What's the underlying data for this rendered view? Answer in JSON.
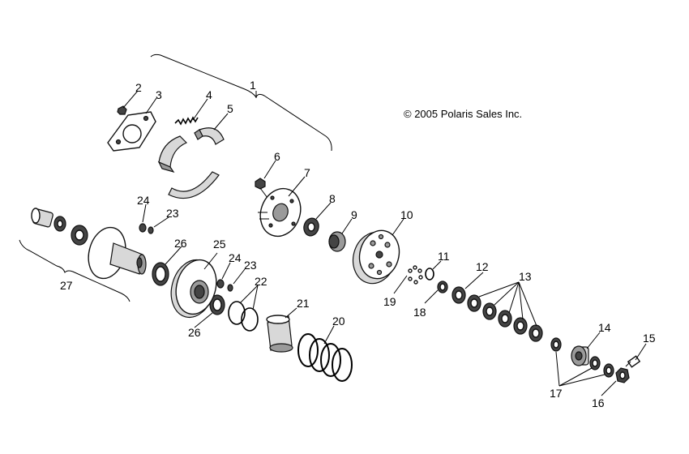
{
  "copyright": "© 2005 Polaris Sales Inc.",
  "callouts": {
    "c1": "1",
    "c2": "2",
    "c3": "3",
    "c4": "4",
    "c5": "5",
    "c6": "6",
    "c7": "7",
    "c8": "8",
    "c9": "9",
    "c10": "10",
    "c11": "11",
    "c12": "12",
    "c13": "13",
    "c14": "14",
    "c15": "15",
    "c16": "16",
    "c17": "17",
    "c18": "18",
    "c19": "19",
    "c20": "20",
    "c21": "21",
    "c22": "22",
    "c23a": "23",
    "c23b": "23",
    "c24a": "24",
    "c24b": "24",
    "c25": "25",
    "c26a": "26",
    "c26b": "26",
    "c27": "27"
  }
}
